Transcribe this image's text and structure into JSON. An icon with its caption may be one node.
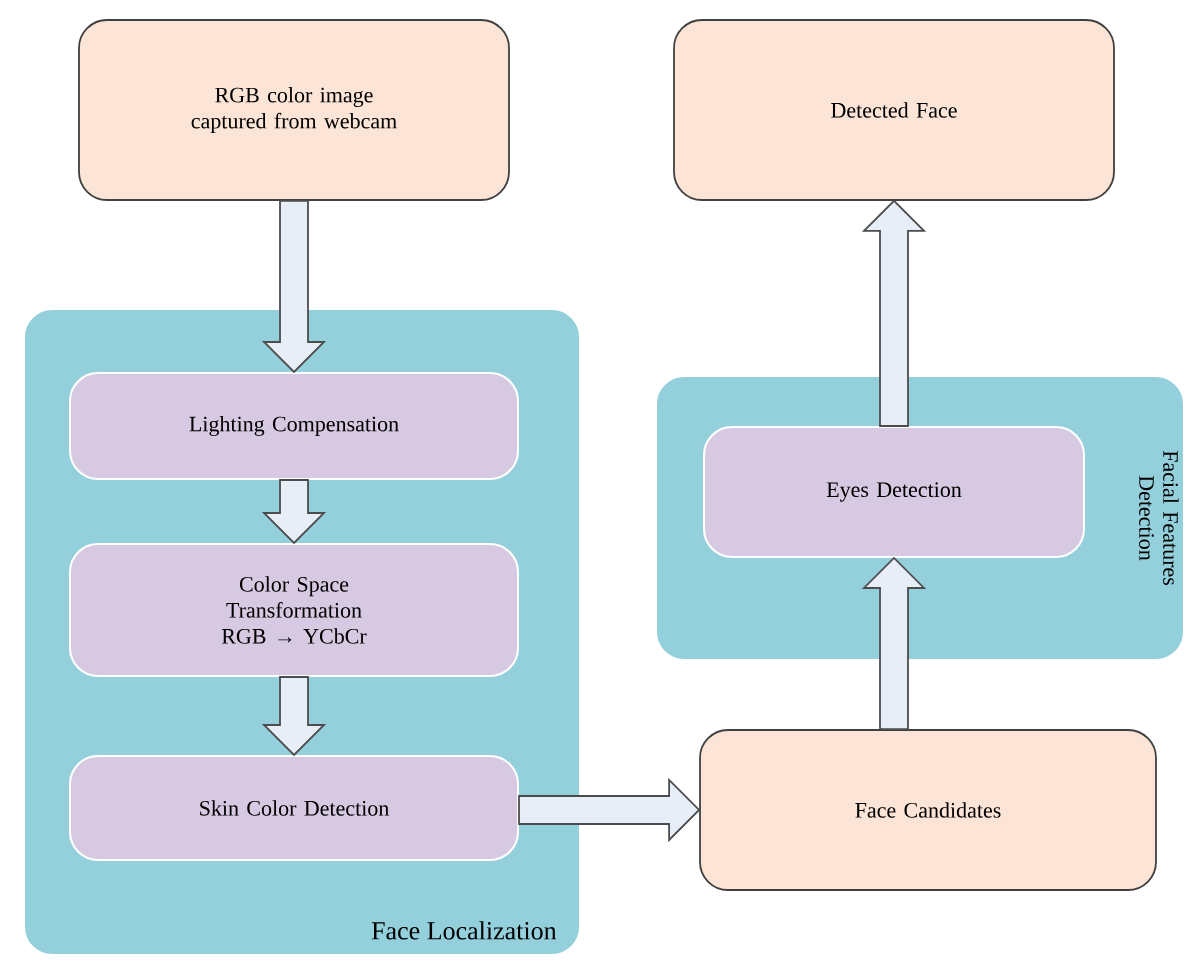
{
  "diagram": {
    "nodes": [
      {
        "text": [
          "RGB color image captured from webcam"
        ]
      },
      {
        "text": [
          "Face Localization"
        ]
      },
      {
        "text": [
          "Lighting Compensation"
        ],
        "in": 1
      },
      {
        "text": [
          "Color Space Transformation RGB → YCbCr"
        ],
        "in": 1
      },
      {
        "text": [
          "Skin Color Detection"
        ],
        "in": 1
      },
      {
        "text": [
          "Face Candidates"
        ]
      },
      {
        "text": [
          "Facial Features Detection"
        ]
      },
      {
        "text": [
          "Eyes Detection"
        ],
        "in": 6
      },
      {
        "text": [
          "Detected Face"
        ]
      }
    ],
    "edges": [
      {
        "from": 0,
        "to": 2,
        "arrow": "to"
      },
      {
        "from": 2,
        "to": 3,
        "arrow": "to"
      },
      {
        "from": 3,
        "to": 4,
        "arrow": "to"
      },
      {
        "from": 4,
        "to": 5,
        "arrow": "to"
      },
      {
        "from": 5,
        "to": 7,
        "arrow": "to"
      },
      {
        "from": 7,
        "to": 8,
        "arrow": "to"
      }
    ]
  }
}
